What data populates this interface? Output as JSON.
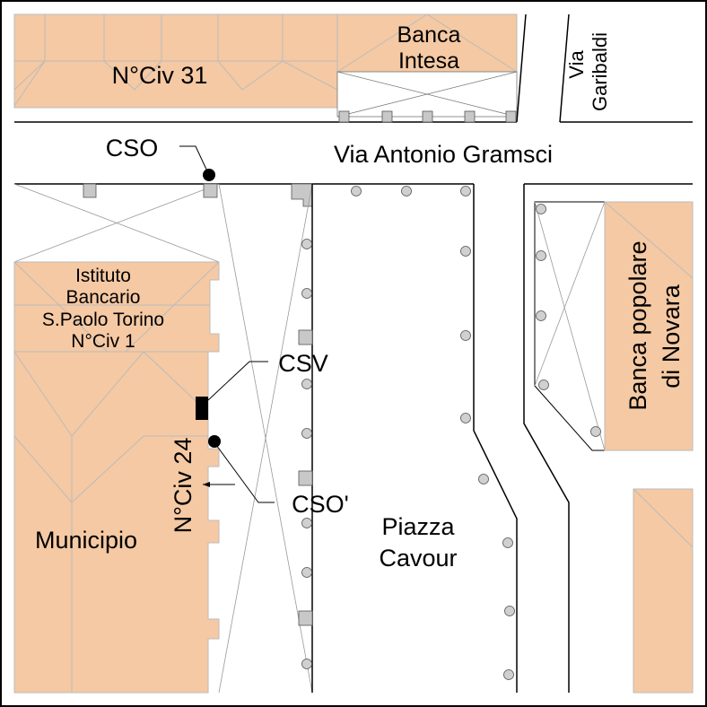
{
  "colors": {
    "building": "#f5c9a3",
    "roof_line": "#bbbbbb",
    "outline": "#000000",
    "thin_line": "#777777",
    "pillar": "#c8c8c8",
    "column": "#d0d0d0"
  },
  "streets": {
    "main": "Via Antonio Gramsci",
    "side": "Via Garibaldi",
    "side_line1": "Via",
    "side_line2": "Garibaldi"
  },
  "buildings": {
    "civ31": "N°Civ 31",
    "banca_intesa_line1": "Banca",
    "banca_intesa_line2": "Intesa",
    "istituto_line1": "Istituto",
    "istituto_line2": "Bancario",
    "istituto_line3": "S.Paolo Torino",
    "istituto_line4": "N°Civ 1",
    "municipio": "Municipio",
    "civ24": "N°Civ 24",
    "banca_popolare_line1": "Banca popolare",
    "banca_popolare_line2": "di Novara"
  },
  "square": {
    "line1": "Piazza",
    "line2": "Cavour"
  },
  "markers": {
    "cso": "CSO",
    "csv": "CSV",
    "cso_prime": "CSO'"
  }
}
